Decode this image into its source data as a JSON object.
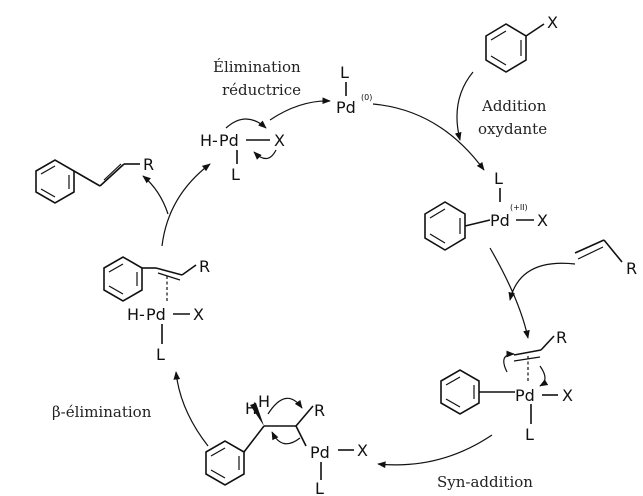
{
  "labels": {
    "elimination_reductrice_line1": "Élimination",
    "elimination_reductrice_line2": "réductrice",
    "addition_oxydante_line1": "Addition",
    "addition_oxydante_line2": "oxydante",
    "beta_elimination": "β-élimination",
    "syn_addition": "Syn-addition"
  },
  "atoms": {
    "pd": "Pd",
    "ligand": "L",
    "halide": "X",
    "hydride": "H-",
    "hydrogen": "H",
    "substituent": "R",
    "ox_zero": "(0)",
    "ox_two": "(+II)"
  },
  "colors": {
    "ink": "#111111",
    "background": "#ffffff"
  }
}
